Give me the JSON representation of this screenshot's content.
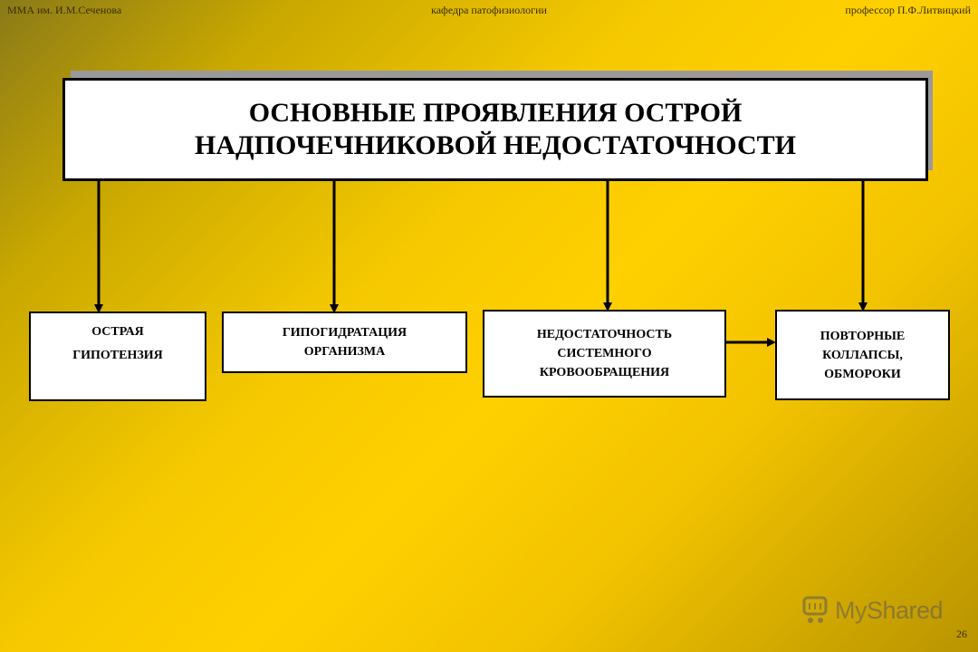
{
  "header": {
    "left": "ММА им. И.М.Сеченова",
    "center": "кафедра патофизиологии",
    "right": "профессор П.Ф.Литвицкий"
  },
  "title": {
    "line1": "ОСНОВНЫЕ  ПРОЯВЛЕНИЯ  ОСТРОЙ",
    "line2": "НАДПОЧЕЧНИКОВОЙ  НЕДОСТАТОЧНОСТИ"
  },
  "boxes": [
    {
      "lines": [
        "ОСТРАЯ",
        "ГИПОТЕНЗИЯ"
      ]
    },
    {
      "lines": [
        "ГИПОГИДРАТАЦИЯ",
        "ОРГАНИЗМА"
      ]
    },
    {
      "lines": [
        "НЕДОСТАТОЧНОСТЬ",
        "СИСТЕМНОГО",
        "КРОВООБРАЩЕНИЯ"
      ]
    },
    {
      "lines": [
        "ПОВТОРНЫЕ",
        "КОЛЛАПСЫ,",
        "ОБМОРОКИ"
      ]
    }
  ],
  "watermark": {
    "text": "MyShared",
    "icon": "cart-icon"
  },
  "page_number": "26"
}
